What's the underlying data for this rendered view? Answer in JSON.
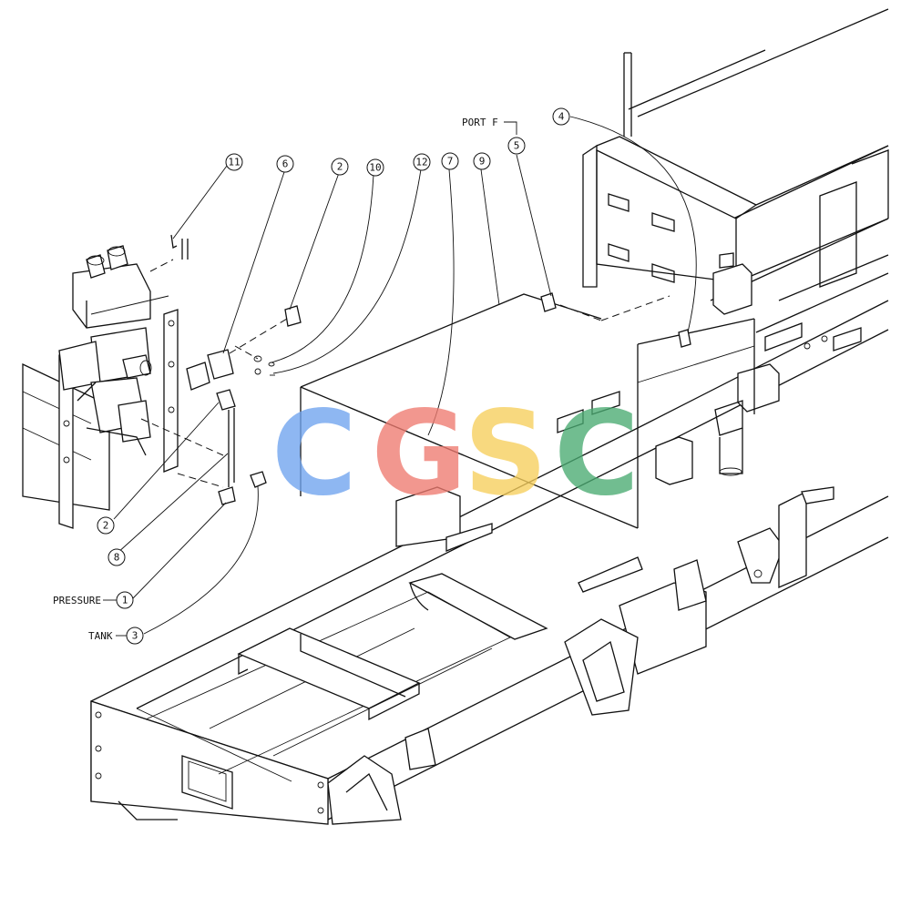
{
  "callouts": [
    {
      "num": "11"
    },
    {
      "num": "6"
    },
    {
      "num": "2"
    },
    {
      "num": "10"
    },
    {
      "num": "12"
    },
    {
      "num": "7"
    },
    {
      "num": "9"
    },
    {
      "num": "5"
    },
    {
      "num": "4"
    },
    {
      "num": "2"
    },
    {
      "num": "8"
    },
    {
      "num": "1"
    },
    {
      "num": "3"
    }
  ],
  "port_labels": {
    "port_f": "PORT F",
    "pressure": "PRESSURE",
    "tank": "TANK"
  },
  "watermark": {
    "letters": [
      {
        "ch": "C",
        "color": "#6fa3ef"
      },
      {
        "ch": "G",
        "color": "#ef7b70"
      },
      {
        "ch": "S",
        "color": "#f7cf5c"
      },
      {
        "ch": "C",
        "color": "#4aab72"
      }
    ]
  }
}
